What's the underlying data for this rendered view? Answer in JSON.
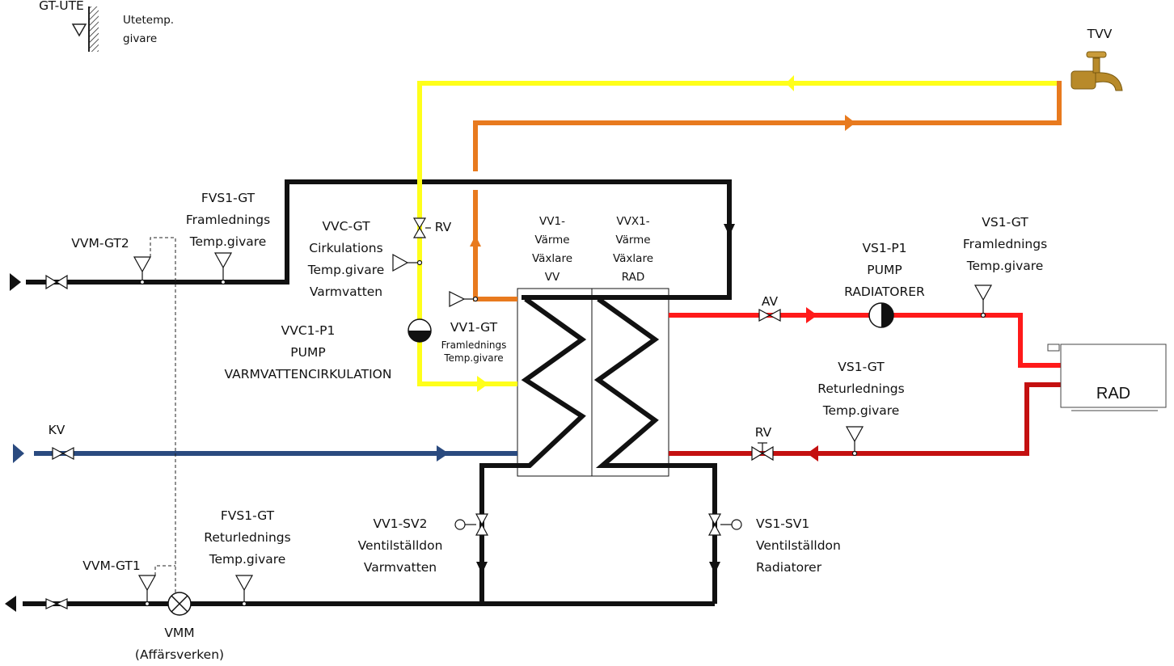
{
  "labels": {
    "gt_ute": "GT-UTE",
    "utetemp": "Utetemp.\ngivare",
    "tvv": "TVV",
    "fvs1_gt_fram": "FVS1-GT\nFramlednings\nTemp.givare",
    "vvm_gt2": "VVM-GT2",
    "vvc_gt": "VVC-GT\nCirkulations\nTemp.givare\nVarmvatten",
    "rv_top": "RV",
    "vv1_hx": "VV1-\nVärme\nVäxlare\nVV",
    "vvx1_hx": "VVX1-\nVärme\nVäxlare\nRAD",
    "vs1_p1": "VS1-P1\nPUMP\nRADIATORER",
    "vs1_gt_fram": "VS1-GT\nFramlednings\nTemp.givare",
    "av": "AV",
    "vvc1_p1": "VVC1-P1\nPUMP\nVARMVATTENCIRKULATION",
    "vv1_gt_title": "VV1-GT",
    "vv1_gt_sub": "Framlednings\nTemp.givare",
    "vs1_gt_retur": "VS1-GT\nReturlednings\nTemp.givare",
    "rad": "RAD",
    "kv": "KV",
    "rv_bottom": "RV",
    "fvs1_gt_retur": "FVS1-GT\nReturlednings\nTemp.givare",
    "vv1_sv2": "VV1-SV2\nVentilställdon\nVarmvatten",
    "vs1_sv1": "VS1-SV1\nVentilställdon\nRadiatorer",
    "vvm_gt1": "VVM-GT1",
    "vmm": "VMM\n(Affärsverken)"
  },
  "colors": {
    "district_heat": "#111111",
    "cold_water": "#2a4a7f",
    "hot_water_circ": "#ffff1a",
    "hot_water_supply": "#e87a1e",
    "rad_supply": "#ff1a1a",
    "rad_return": "#c41010",
    "tap": "#b88a2a"
  },
  "icons": [
    "outdoor-sensor-icon",
    "tap-icon",
    "valve-icon",
    "sensor-icon",
    "pump-icon",
    "heat-exchanger-icon",
    "radiator-icon",
    "energy-meter-icon",
    "arrow-icon"
  ]
}
